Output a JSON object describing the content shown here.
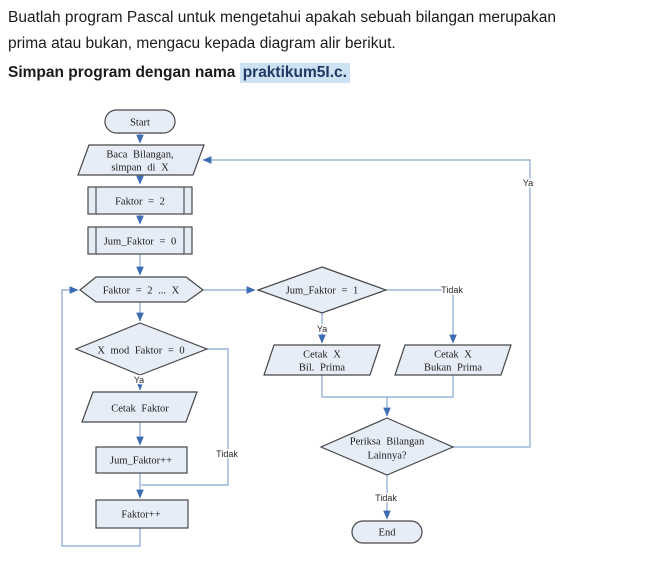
{
  "instructions": {
    "line1": "Buatlah program Pascal untuk mengetahui apakah sebuah bilangan merupakan",
    "line2": "prima atau bukan, mengacu kepada diagram alir berikut.",
    "save_prefix": "Simpan program dengan nama ",
    "save_filename": "praktikum5I.c."
  },
  "flowchart": {
    "colors": {
      "shape_fill": "#e7edf7",
      "shape_border": "#474747",
      "flow_line": "#85a6d6",
      "arrow_head": "#3e6cb0",
      "filename_highlight_bg": "#cfe2f3",
      "filename_highlight_text": "#1f3864"
    },
    "nodes": {
      "start": {
        "type": "terminator",
        "label": "Start"
      },
      "read": {
        "type": "input",
        "line1": "Baca Bilangan,",
        "line2": "simpan di X"
      },
      "init_faktor": {
        "type": "predefined-process",
        "label": "Faktor = 2"
      },
      "init_jum_faktor": {
        "type": "predefined-process",
        "label": "Jum_Faktor = 0"
      },
      "loop": {
        "type": "preparation",
        "label": "Faktor = 2 ... X"
      },
      "mod_check": {
        "type": "decision",
        "label": "X mod Faktor = 0"
      },
      "cetak_faktor": {
        "type": "output",
        "label": "Cetak Faktor"
      },
      "inc_jum_faktor": {
        "type": "process",
        "label": "Jum_Faktor++"
      },
      "inc_faktor": {
        "type": "process",
        "label": "Faktor++"
      },
      "prima_check": {
        "type": "decision",
        "label": "Jum_Faktor = 1"
      },
      "cetak_prima": {
        "type": "output",
        "line1": "Cetak X",
        "line2": "Bil. Prima"
      },
      "cetak_bukan_prima": {
        "type": "output",
        "line1": "Cetak X",
        "line2": "Bukan Prima"
      },
      "periksa_lainnya": {
        "type": "decision",
        "line1": "Periksa Bilangan",
        "line2": "Lainnya?"
      },
      "end": {
        "type": "terminator",
        "label": "End"
      }
    },
    "edge_labels": {
      "ya": "Ya",
      "tidak": "Tidak"
    }
  }
}
